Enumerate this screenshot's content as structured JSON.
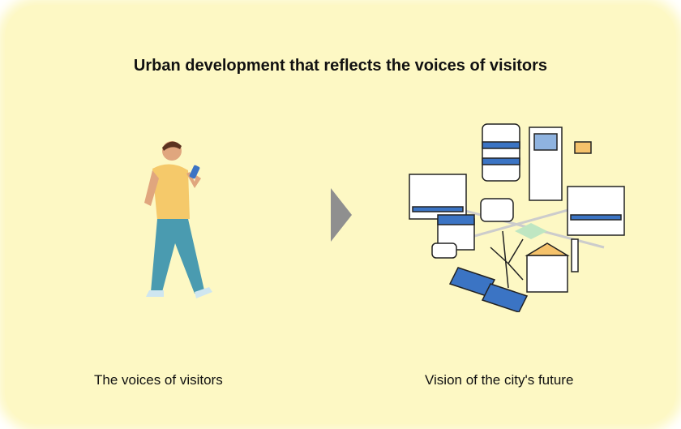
{
  "title": "Urban development that reflects the voices of visitors",
  "left_caption": "The voices of visitors",
  "right_caption": "Vision of the city's future",
  "colors": {
    "background": "#fdf8c4",
    "arrow": "#8f8f8f",
    "accent": "#3b74c4"
  }
}
